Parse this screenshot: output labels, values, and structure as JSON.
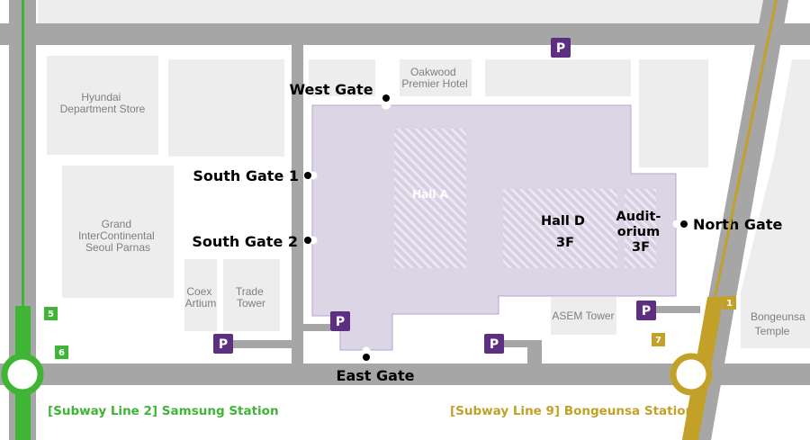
{
  "colors": {
    "road": "#a6a6a6",
    "block": "#ededed",
    "coex": "#dcd5e6",
    "coex_border": "#b3a6c8",
    "parking": "#5c2f80",
    "line2": "#3fb536",
    "line9": "#c3a128"
  },
  "buildings": {
    "hyundai": [
      "Hyundai",
      "Department Store"
    ],
    "oakwood": [
      "Oakwood",
      "Premier Hotel"
    ],
    "intercontinental": [
      "Grand",
      "InterContinental",
      "Seoul Parnas"
    ],
    "coex_artium": [
      "Coex",
      "Artium"
    ],
    "trade_tower": [
      "Trade",
      "Tower"
    ],
    "asem_tower": "ASEM Tower",
    "bongeunsa": [
      "Bongeunsa",
      "Temple"
    ]
  },
  "halls": {
    "hall_a": "Hall A",
    "hall_d": [
      "Hall D",
      "3F"
    ],
    "auditorium": [
      "Audit-",
      "orium",
      "3F"
    ]
  },
  "gates": {
    "west": "West Gate",
    "south1": "South Gate 1",
    "south2": "South Gate 2",
    "east": "East Gate",
    "north": "North Gate"
  },
  "parking_label": "P",
  "exits": {
    "line2_exit5": "5",
    "line2_exit6": "6",
    "line9_exit1": "1",
    "line9_exit7": "7"
  },
  "stations": {
    "samsung": "[Subway Line 2] Samsung Station",
    "bongeunsa": "[Subway Line 9] Bongeunsa Station"
  }
}
